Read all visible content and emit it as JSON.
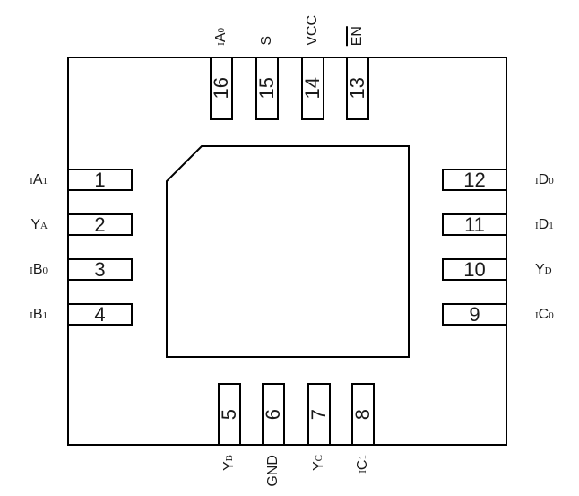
{
  "diagram": {
    "colors": {
      "line": "#000000",
      "background": "#ffffff",
      "text": "#1a1a1a"
    },
    "pins": {
      "top": [
        {
          "number": "16",
          "label": "IA0",
          "parts": [
            {
              "text": "I",
              "small": true
            },
            {
              "text": "A"
            },
            {
              "text": "0",
              "small": true
            }
          ]
        },
        {
          "number": "15",
          "label": "S",
          "parts": [
            {
              "text": "S"
            }
          ]
        },
        {
          "number": "14",
          "label": "VCC",
          "parts": [
            {
              "text": "VCC"
            }
          ]
        },
        {
          "number": "13",
          "label": "EN",
          "active_low": true,
          "parts": [
            {
              "text": "EN",
              "overline": true
            }
          ]
        }
      ],
      "left": [
        {
          "number": "1",
          "label": "IA1",
          "parts": [
            {
              "text": "I",
              "small": true
            },
            {
              "text": "A"
            },
            {
              "text": "1",
              "small": true
            }
          ]
        },
        {
          "number": "2",
          "label": "YA",
          "parts": [
            {
              "text": "Y"
            },
            {
              "text": "A",
              "small": true
            }
          ]
        },
        {
          "number": "3",
          "label": "IB0",
          "parts": [
            {
              "text": "I",
              "small": true
            },
            {
              "text": "B"
            },
            {
              "text": "0",
              "small": true
            }
          ]
        },
        {
          "number": "4",
          "label": "IB1",
          "parts": [
            {
              "text": "I",
              "small": true
            },
            {
              "text": "B"
            },
            {
              "text": "1",
              "small": true
            }
          ]
        }
      ],
      "right": [
        {
          "number": "12",
          "label": "ID0",
          "parts": [
            {
              "text": "I",
              "small": true
            },
            {
              "text": "D"
            },
            {
              "text": "0",
              "small": true
            }
          ]
        },
        {
          "number": "11",
          "label": "ID1",
          "parts": [
            {
              "text": "I",
              "small": true
            },
            {
              "text": "D"
            },
            {
              "text": "1",
              "small": true
            }
          ]
        },
        {
          "number": "10",
          "label": "YD",
          "parts": [
            {
              "text": "Y"
            },
            {
              "text": "D",
              "small": true
            }
          ]
        },
        {
          "number": "9",
          "label": "IC0",
          "parts": [
            {
              "text": "I",
              "small": true
            },
            {
              "text": "C"
            },
            {
              "text": "0",
              "small": true
            }
          ]
        }
      ],
      "bottom": [
        {
          "number": "5",
          "label": "YB",
          "parts": [
            {
              "text": "Y"
            },
            {
              "text": "B",
              "small": true
            }
          ]
        },
        {
          "number": "6",
          "label": "GND",
          "parts": [
            {
              "text": "GND"
            }
          ]
        },
        {
          "number": "7",
          "label": "YC",
          "parts": [
            {
              "text": "Y"
            },
            {
              "text": "C",
              "small": true
            }
          ]
        },
        {
          "number": "8",
          "label": "IC1",
          "parts": [
            {
              "text": "I",
              "small": true
            },
            {
              "text": "C"
            },
            {
              "text": "1",
              "small": true
            }
          ]
        }
      ]
    }
  }
}
